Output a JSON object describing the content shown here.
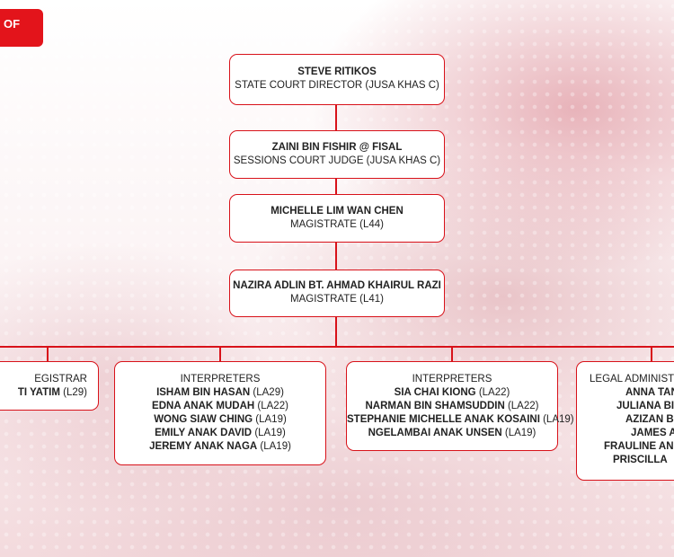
{
  "tag": {
    "label": "OF"
  },
  "hierarchy": [
    {
      "name": "STEVE RITIKOS",
      "title": "STATE COURT DIRECTOR (JUSA KHAS C)"
    },
    {
      "name": "ZAINI BIN FISHIR @ FISAL",
      "title": "SESSIONS COURT JUDGE (JUSA KHAS C)"
    },
    {
      "name": "MICHELLE LIM WAN CHEN",
      "title": "MAGISTRATE (L44)"
    },
    {
      "name": "NAZIRA ADLIN BT. AHMAD KHAIRUL RAZI",
      "title": "MAGISTRATE (L41)"
    }
  ],
  "groups": [
    {
      "heading": "EGISTRAR",
      "members": [
        {
          "name": "TI YATIM",
          "grade": "(L29)"
        }
      ]
    },
    {
      "heading": "INTERPRETERS",
      "members": [
        {
          "name": "ISHAM BIN HASAN",
          "grade": "(LA29)"
        },
        {
          "name": "EDNA ANAK MUDAH",
          "grade": "(LA22)"
        },
        {
          "name": "WONG SIAW CHING",
          "grade": "(LA19)"
        },
        {
          "name": "EMILY ANAK DAVID",
          "grade": "(LA19)"
        },
        {
          "name": "JEREMY ANAK NAGA",
          "grade": "(LA19)"
        }
      ]
    },
    {
      "heading": "INTERPRETERS",
      "members": [
        {
          "name": "SIA CHAI KIONG",
          "grade": "(LA22)"
        },
        {
          "name": "NARMAN BIN SHAMSUDDIN",
          "grade": "(LA22)"
        },
        {
          "name": "STEPHANIE MICHELLE ANAK KOSAINI",
          "grade": "(LA19)"
        },
        {
          "name": "NGELAMBAI ANAK UNSEN",
          "grade": "(LA19)"
        }
      ]
    },
    {
      "heading": "LEGAL ADMINIST",
      "members": [
        {
          "name": "ANNA TAN",
          "grade": ""
        },
        {
          "name": "JULIANA BIN",
          "grade": ""
        },
        {
          "name": "AZIZAN BI",
          "grade": ""
        },
        {
          "name": "JAMES AN",
          "grade": ""
        },
        {
          "name": "FRAULINE AN",
          "grade": ""
        },
        {
          "name": "PRISCILLA",
          "grade": ""
        }
      ]
    }
  ],
  "colors": {
    "accent": "#d8121a",
    "tag": "#e3141b"
  }
}
